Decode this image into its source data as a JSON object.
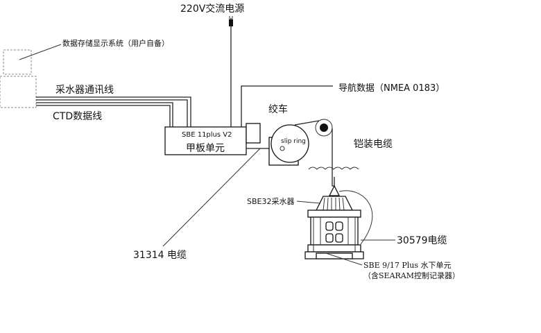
{
  "labels": {
    "power": "220V交流电源",
    "display_system": "数据存储显示系统（用户自备）",
    "water_sampler_comm": "采水器通讯线",
    "ctd_data": "CTD数据线",
    "navigation": "导航数据（NMEA 0183）",
    "winch": "绞车",
    "deck_model": "SBE 11plus V2",
    "deck_unit": "甲板单元",
    "slip_ring": "slip ring",
    "armored_cable": "铠装电缆",
    "sampler": "SBE32采水器",
    "cable_31314": "31314  电缆",
    "cable_30579": "30579电缆",
    "underwater_unit": "SBE 9/17 Plus 水下单元",
    "underwater_unit_note": "（含SEARAM控制记录器）"
  }
}
